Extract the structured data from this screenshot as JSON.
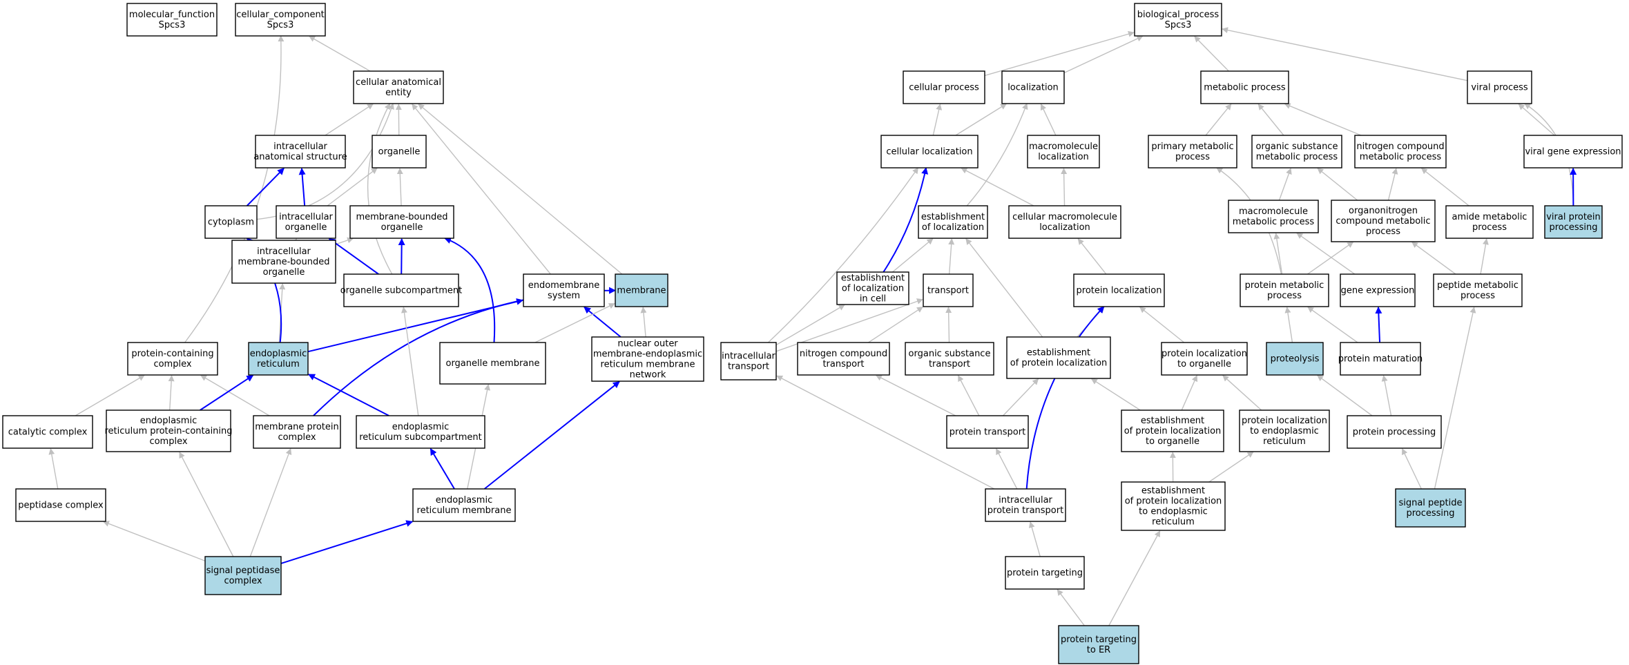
{
  "colors": {
    "highlight_fill": "#add8e6",
    "normal_fill": "#ffffff",
    "gray_edge": "#c0c0c0",
    "blue_edge": "#0000ff"
  },
  "nodes": [
    {
      "id": "mf",
      "lines": [
        "molecular_function",
        "Spcs3"
      ],
      "hl": false
    },
    {
      "id": "cc",
      "lines": [
        "cellular_component",
        "Spcs3"
      ],
      "hl": false
    },
    {
      "id": "cae",
      "lines": [
        "cellular anatomical",
        "entity"
      ],
      "hl": false
    },
    {
      "id": "ias",
      "lines": [
        "intracellular",
        "anatomical structure"
      ],
      "hl": false
    },
    {
      "id": "organelle",
      "lines": [
        "organelle"
      ],
      "hl": false
    },
    {
      "id": "cytoplasm",
      "lines": [
        "cytoplasm"
      ],
      "hl": false
    },
    {
      "id": "io",
      "lines": [
        "intracellular",
        "organelle"
      ],
      "hl": false
    },
    {
      "id": "mbo",
      "lines": [
        "membrane-bounded",
        "organelle"
      ],
      "hl": false
    },
    {
      "id": "imbo",
      "lines": [
        "intracellular",
        "membrane-bounded",
        "organelle"
      ],
      "hl": false
    },
    {
      "id": "osub",
      "lines": [
        "organelle subcompartment"
      ],
      "hl": false
    },
    {
      "id": "endosys",
      "lines": [
        "endomembrane",
        "system"
      ],
      "hl": false
    },
    {
      "id": "membrane",
      "lines": [
        "membrane"
      ],
      "hl": true
    },
    {
      "id": "pcc",
      "lines": [
        "protein-containing",
        "complex"
      ],
      "hl": false
    },
    {
      "id": "er",
      "lines": [
        "endoplasmic",
        "reticulum"
      ],
      "hl": true
    },
    {
      "id": "orgmem",
      "lines": [
        "organelle membrane"
      ],
      "hl": false
    },
    {
      "id": "nuc",
      "lines": [
        "nuclear outer",
        "membrane-endoplasmic",
        "reticulum membrane",
        "network"
      ],
      "hl": false
    },
    {
      "id": "catc",
      "lines": [
        "catalytic complex"
      ],
      "hl": false
    },
    {
      "id": "erpcc",
      "lines": [
        "endoplasmic",
        "reticulum protein-containing",
        "complex"
      ],
      "hl": false
    },
    {
      "id": "mpc",
      "lines": [
        "membrane protein",
        "complex"
      ],
      "hl": false
    },
    {
      "id": "ersub",
      "lines": [
        "endoplasmic",
        "reticulum subcompartment"
      ],
      "hl": false
    },
    {
      "id": "pepc",
      "lines": [
        "peptidase complex"
      ],
      "hl": false
    },
    {
      "id": "erm",
      "lines": [
        "endoplasmic",
        "reticulum membrane"
      ],
      "hl": false
    },
    {
      "id": "spc",
      "lines": [
        "signal peptidase",
        "complex"
      ],
      "hl": true
    },
    {
      "id": "bp",
      "lines": [
        "biological_process",
        "Spcs3"
      ],
      "hl": false
    },
    {
      "id": "cp",
      "lines": [
        "cellular process"
      ],
      "hl": false
    },
    {
      "id": "loc",
      "lines": [
        "localization"
      ],
      "hl": false
    },
    {
      "id": "mp",
      "lines": [
        "metabolic process"
      ],
      "hl": false
    },
    {
      "id": "vp",
      "lines": [
        "viral process"
      ],
      "hl": false
    },
    {
      "id": "cloc",
      "lines": [
        "cellular localization"
      ],
      "hl": false
    },
    {
      "id": "mloc",
      "lines": [
        "macromolecule",
        "localization"
      ],
      "hl": false
    },
    {
      "id": "pmp",
      "lines": [
        "primary metabolic",
        "process"
      ],
      "hl": false
    },
    {
      "id": "osmp",
      "lines": [
        "organic substance",
        "metabolic process"
      ],
      "hl": false
    },
    {
      "id": "ncmp",
      "lines": [
        "nitrogen compound",
        "metabolic process"
      ],
      "hl": false
    },
    {
      "id": "vge",
      "lines": [
        "viral gene expression"
      ],
      "hl": false
    },
    {
      "id": "estloc",
      "lines": [
        "establishment",
        "of localization"
      ],
      "hl": false
    },
    {
      "id": "cmloc",
      "lines": [
        "cellular macromolecule",
        "localization"
      ],
      "hl": false
    },
    {
      "id": "macmp",
      "lines": [
        "macromolecule",
        "metabolic process"
      ],
      "hl": false
    },
    {
      "id": "oncmp",
      "lines": [
        "organonitrogen",
        "compound metabolic",
        "process"
      ],
      "hl": false
    },
    {
      "id": "amp",
      "lines": [
        "amide metabolic",
        "process"
      ],
      "hl": false
    },
    {
      "id": "vpp",
      "lines": [
        "viral protein",
        "processing"
      ],
      "hl": true
    },
    {
      "id": "estcell",
      "lines": [
        "establishment",
        "of localization",
        "in cell"
      ],
      "hl": false
    },
    {
      "id": "transport",
      "lines": [
        "transport"
      ],
      "hl": false
    },
    {
      "id": "ploc",
      "lines": [
        "protein localization"
      ],
      "hl": false
    },
    {
      "id": "protmp",
      "lines": [
        "protein metabolic",
        "process"
      ],
      "hl": false
    },
    {
      "id": "ge",
      "lines": [
        "gene expression"
      ],
      "hl": false
    },
    {
      "id": "pepmp",
      "lines": [
        "peptide metabolic",
        "process"
      ],
      "hl": false
    },
    {
      "id": "ict",
      "lines": [
        "intracellular",
        "transport"
      ],
      "hl": false
    },
    {
      "id": "nct",
      "lines": [
        "nitrogen compound",
        "transport"
      ],
      "hl": false
    },
    {
      "id": "ost",
      "lines": [
        "organic substance",
        "transport"
      ],
      "hl": false
    },
    {
      "id": "estploc",
      "lines": [
        "establishment",
        "of protein localization"
      ],
      "hl": false
    },
    {
      "id": "plorg",
      "lines": [
        "protein localization",
        "to organelle"
      ],
      "hl": false
    },
    {
      "id": "proteolysis",
      "lines": [
        "proteolysis"
      ],
      "hl": true
    },
    {
      "id": "pmat",
      "lines": [
        "protein maturation"
      ],
      "hl": false
    },
    {
      "id": "pt",
      "lines": [
        "protein transport"
      ],
      "hl": false
    },
    {
      "id": "estplorg",
      "lines": [
        "establishment",
        "of protein localization",
        "to organelle"
      ],
      "hl": false
    },
    {
      "id": "pler",
      "lines": [
        "protein localization",
        "to endoplasmic",
        "reticulum"
      ],
      "hl": false
    },
    {
      "id": "pproc",
      "lines": [
        "protein processing"
      ],
      "hl": false
    },
    {
      "id": "ipt",
      "lines": [
        "intracellular",
        "protein transport"
      ],
      "hl": false
    },
    {
      "id": "estpler",
      "lines": [
        "establishment",
        "of protein localization",
        "to endoplasmic",
        "reticulum"
      ],
      "hl": false
    },
    {
      "id": "spp",
      "lines": [
        "signal peptide",
        "processing"
      ],
      "hl": true
    },
    {
      "id": "ptarg",
      "lines": [
        "protein targeting"
      ],
      "hl": false
    },
    {
      "id": "pter",
      "lines": [
        "protein targeting",
        "to ER"
      ],
      "hl": true
    }
  ],
  "edges": [
    {
      "from": "cae",
      "to": "cc",
      "blue": false
    },
    {
      "from": "pcc",
      "to": "cc",
      "blue": false
    },
    {
      "from": "ias",
      "to": "cae",
      "blue": false
    },
    {
      "from": "organelle",
      "to": "cae",
      "blue": false
    },
    {
      "from": "cytoplasm",
      "to": "cae",
      "blue": false
    },
    {
      "from": "osub",
      "to": "cae",
      "blue": false
    },
    {
      "from": "endosys",
      "to": "cae",
      "blue": false
    },
    {
      "from": "membrane",
      "to": "cae",
      "blue": false
    },
    {
      "from": "cytoplasm",
      "to": "ias",
      "blue": true
    },
    {
      "from": "io",
      "to": "ias",
      "blue": true
    },
    {
      "from": "io",
      "to": "organelle",
      "blue": false
    },
    {
      "from": "mbo",
      "to": "organelle",
      "blue": false
    },
    {
      "from": "imbo",
      "to": "io",
      "blue": false
    },
    {
      "from": "imbo",
      "to": "mbo",
      "blue": false
    },
    {
      "from": "osub",
      "to": "io",
      "blue": true
    },
    {
      "from": "osub",
      "to": "mbo",
      "blue": true
    },
    {
      "from": "orgmem",
      "to": "mbo",
      "blue": true
    },
    {
      "from": "er",
      "to": "imbo",
      "blue": false
    },
    {
      "from": "er",
      "to": "cytoplasm",
      "blue": true
    },
    {
      "from": "er",
      "to": "endosys",
      "blue": true
    },
    {
      "from": "nuc",
      "to": "endosys",
      "blue": true
    },
    {
      "from": "nuc",
      "to": "membrane",
      "blue": false
    },
    {
      "from": "orgmem",
      "to": "membrane",
      "blue": false
    },
    {
      "from": "mpc",
      "to": "membrane",
      "blue": true
    },
    {
      "from": "ersub",
      "to": "osub",
      "blue": false
    },
    {
      "from": "ersub",
      "to": "er",
      "blue": true
    },
    {
      "from": "catc",
      "to": "pcc",
      "blue": false
    },
    {
      "from": "erpcc",
      "to": "pcc",
      "blue": false
    },
    {
      "from": "mpc",
      "to": "pcc",
      "blue": false
    },
    {
      "from": "erpcc",
      "to": "er",
      "blue": true
    },
    {
      "from": "pepc",
      "to": "catc",
      "blue": false
    },
    {
      "from": "erm",
      "to": "ersub",
      "blue": true
    },
    {
      "from": "erm",
      "to": "orgmem",
      "blue": false
    },
    {
      "from": "erm",
      "to": "nuc",
      "blue": true
    },
    {
      "from": "spc",
      "to": "pepc",
      "blue": false
    },
    {
      "from": "spc",
      "to": "erpcc",
      "blue": false
    },
    {
      "from": "spc",
      "to": "mpc",
      "blue": false
    },
    {
      "from": "spc",
      "to": "erm",
      "blue": true
    },
    {
      "from": "cp",
      "to": "bp",
      "blue": false
    },
    {
      "from": "loc",
      "to": "bp",
      "blue": false
    },
    {
      "from": "mp",
      "to": "bp",
      "blue": false
    },
    {
      "from": "vp",
      "to": "bp",
      "blue": false
    },
    {
      "from": "cloc",
      "to": "cp",
      "blue": false
    },
    {
      "from": "cloc",
      "to": "loc",
      "blue": false
    },
    {
      "from": "mloc",
      "to": "loc",
      "blue": false
    },
    {
      "from": "estloc",
      "to": "loc",
      "blue": false
    },
    {
      "from": "pmp",
      "to": "mp",
      "blue": false
    },
    {
      "from": "osmp",
      "to": "mp",
      "blue": false
    },
    {
      "from": "ncmp",
      "to": "mp",
      "blue": false
    },
    {
      "from": "vge",
      "to": "vp",
      "blue": false
    },
    {
      "from": "vpp",
      "to": "vp",
      "blue": false
    },
    {
      "from": "vpp",
      "to": "vge",
      "blue": true
    },
    {
      "from": "cmloc",
      "to": "cloc",
      "blue": false
    },
    {
      "from": "cmloc",
      "to": "mloc",
      "blue": false
    },
    {
      "from": "estcell",
      "to": "cloc",
      "blue": true
    },
    {
      "from": "ict",
      "to": "cloc",
      "blue": false
    },
    {
      "from": "estcell",
      "to": "estloc",
      "blue": false
    },
    {
      "from": "transport",
      "to": "estloc",
      "blue": false
    },
    {
      "from": "estploc",
      "to": "estloc",
      "blue": false
    },
    {
      "from": "ploc",
      "to": "cmloc",
      "blue": false
    },
    {
      "from": "macmp",
      "to": "osmp",
      "blue": false
    },
    {
      "from": "oncmp",
      "to": "osmp",
      "blue": false
    },
    {
      "from": "oncmp",
      "to": "ncmp",
      "blue": false
    },
    {
      "from": "amp",
      "to": "ncmp",
      "blue": false
    },
    {
      "from": "protmp",
      "to": "pmp",
      "blue": false
    },
    {
      "from": "protmp",
      "to": "macmp",
      "blue": false
    },
    {
      "from": "ge",
      "to": "macmp",
      "blue": false
    },
    {
      "from": "protmp",
      "to": "oncmp",
      "blue": false
    },
    {
      "from": "pepmp",
      "to": "oncmp",
      "blue": false
    },
    {
      "from": "pepmp",
      "to": "amp",
      "blue": false
    },
    {
      "from": "ict",
      "to": "estcell",
      "blue": false
    },
    {
      "from": "ict",
      "to": "transport",
      "blue": false
    },
    {
      "from": "nct",
      "to": "transport",
      "blue": false
    },
    {
      "from": "ost",
      "to": "transport",
      "blue": false
    },
    {
      "from": "estploc",
      "to": "ploc",
      "blue": false
    },
    {
      "from": "plorg",
      "to": "ploc",
      "blue": false
    },
    {
      "from": "ipt",
      "to": "ploc",
      "blue": true
    },
    {
      "from": "proteolysis",
      "to": "protmp",
      "blue": false
    },
    {
      "from": "pmat",
      "to": "protmp",
      "blue": false
    },
    {
      "from": "pmat",
      "to": "ge",
      "blue": true
    },
    {
      "from": "pt",
      "to": "nct",
      "blue": false
    },
    {
      "from": "pt",
      "to": "ost",
      "blue": false
    },
    {
      "from": "pt",
      "to": "estploc",
      "blue": false
    },
    {
      "from": "estplorg",
      "to": "estploc",
      "blue": false
    },
    {
      "from": "estplorg",
      "to": "plorg",
      "blue": false
    },
    {
      "from": "pler",
      "to": "plorg",
      "blue": false
    },
    {
      "from": "pproc",
      "to": "proteolysis",
      "blue": false
    },
    {
      "from": "pproc",
      "to": "pmat",
      "blue": false
    },
    {
      "from": "ipt",
      "to": "ict",
      "blue": false
    },
    {
      "from": "ipt",
      "to": "pt",
      "blue": false
    },
    {
      "from": "estpler",
      "to": "estplorg",
      "blue": false
    },
    {
      "from": "estpler",
      "to": "pler",
      "blue": false
    },
    {
      "from": "spp",
      "to": "pproc",
      "blue": false
    },
    {
      "from": "spp",
      "to": "pepmp",
      "blue": false
    },
    {
      "from": "ptarg",
      "to": "ipt",
      "blue": false
    },
    {
      "from": "pter",
      "to": "ptarg",
      "blue": false
    },
    {
      "from": "pter",
      "to": "estpler",
      "blue": false
    }
  ]
}
